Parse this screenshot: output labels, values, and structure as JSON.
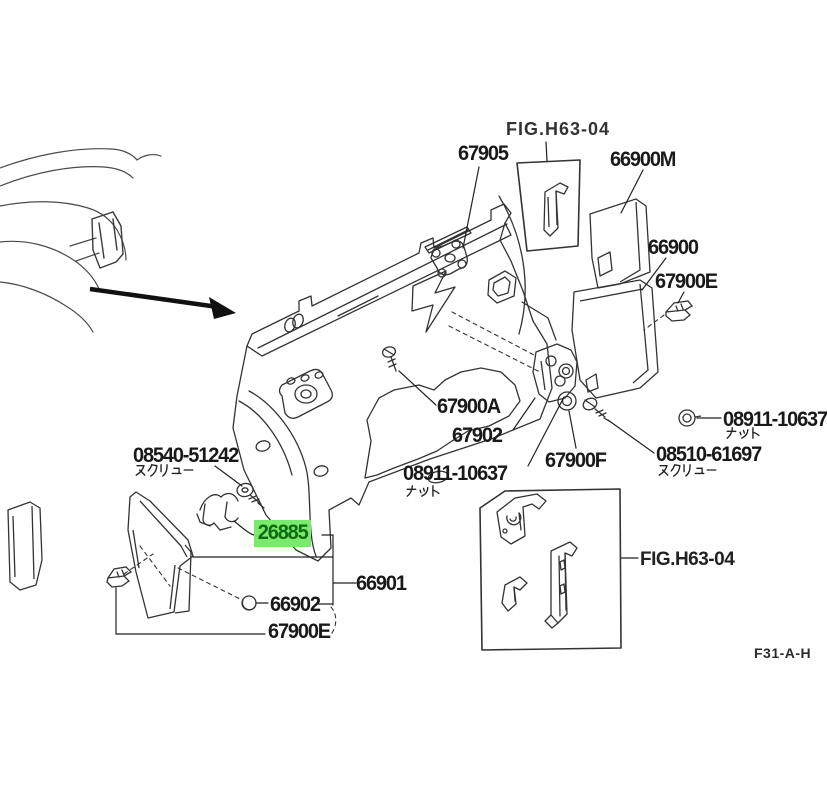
{
  "diagram": {
    "type": "exploded-parts-diagram",
    "subject": "dash-side-trim-and-cowl-panel",
    "highlight_color": "#79ea6b",
    "line_color": "#333333",
    "sheet_code": "F31-A-H",
    "labels": {
      "p67905": "67905",
      "p66900M": "66900M",
      "p66900": "66900",
      "p67900E_right": "67900E",
      "p08911_right": "08911-10637",
      "p08911_right_kana": "ナット",
      "p08510": "08510-61697",
      "p08510_kana": "スクリュー",
      "p67900F": "67900F",
      "p08911_center": "08911-10637",
      "p08911_center_kana": "ナット",
      "p67902": "67902",
      "p67900A": "67900A",
      "p08540": "08540-51242",
      "p08540_kana": "スクリュー",
      "p26885": "26885",
      "p66901": "66901",
      "p66902": "66902",
      "p67900E_bottom": "67900E",
      "fig_ref_top": "FIG.H63-04",
      "fig_ref_bottom": "FIG.H63-04"
    }
  }
}
